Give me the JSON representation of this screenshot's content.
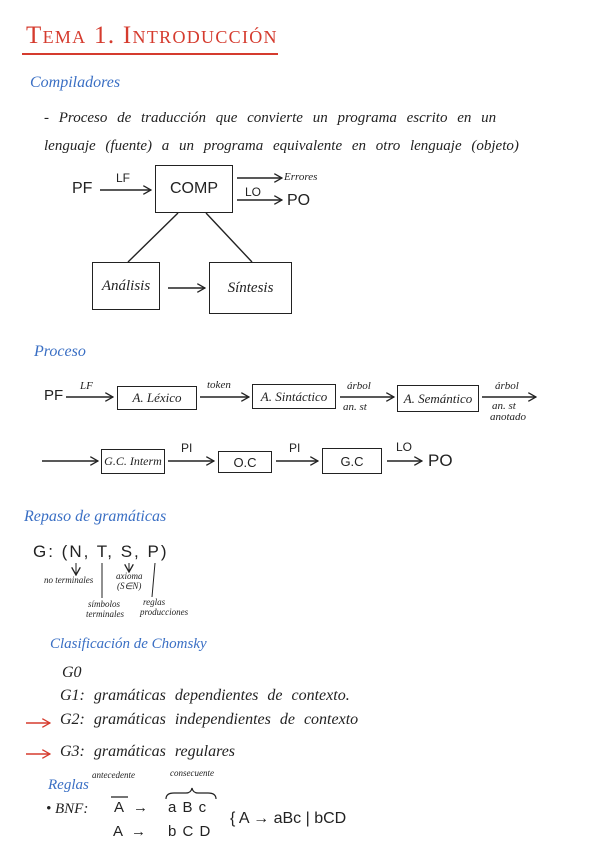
{
  "page": {
    "title": "Tema 1. Introducción"
  },
  "colors": {
    "title": "#d53b2e",
    "heading": "#3a6fc4",
    "ink": "#222222",
    "marker": "#d53b2e"
  },
  "compiladores": {
    "heading": "Compiladores",
    "definition": [
      "- Proceso de traducción que convierte un programa escrito en un",
      "lenguaje (fuente) a un programa equivalente en otro lenguaje (objeto)"
    ],
    "diagram": {
      "input": "PF",
      "input_arrow": "LF",
      "compiler": "COMP",
      "errors": "Errores",
      "output_arrow": "LO",
      "output": "PO",
      "analysis": "Análisis",
      "synthesis": "Síntesis"
    }
  },
  "proceso": {
    "heading": "Proceso",
    "row1": {
      "input": "PF",
      "to_lexico": "LF",
      "lexico": "A. Léxico",
      "to_sintactico": "token",
      "sintactico": "A. Sintáctico",
      "to_semantico_top": "árbol",
      "to_semantico_bottom": "an. st",
      "semantico": "A. Semántico",
      "out_top": "árbol",
      "out_bottom": "an. st",
      "out_bottom_2": "anotado"
    },
    "row2": {
      "gc_intermedio": "G.C. Interm",
      "to_oc": "PI",
      "oc": "O.C",
      "to_gc": "PI",
      "gc": "G.C",
      "to_output": "LO",
      "output": "PO"
    }
  },
  "gramaticas": {
    "heading": "Repaso de gramáticas",
    "tuple": "G: (N, T, S, P)",
    "notes": {
      "N": "no terminales",
      "T": [
        "símbolos",
        "terminales"
      ],
      "S": [
        "axioma",
        "(S∈N)"
      ],
      "P": [
        "reglas",
        "producciones"
      ]
    },
    "chomsky": {
      "heading": "Clasificación de Chomsky",
      "marker_icon": "arrow-right-icon",
      "items": [
        {
          "text": "G0",
          "marked": false
        },
        {
          "text": "G1: gramáticas dependientes de contexto.",
          "marked": false
        },
        {
          "text": "G2: gramáticas independientes de contexto",
          "marked": true
        },
        {
          "text": "G3: gramáticas regulares",
          "marked": true
        }
      ]
    },
    "reglas": {
      "heading": "Reglas",
      "antecedent_label": "antecedente",
      "consequent_label": "consecuente",
      "bullet_label": "• BNF:",
      "rule1": {
        "lhs": "A",
        "arrow": "→",
        "rhs": "a B c"
      },
      "rule2": {
        "lhs": "A",
        "arrow": "→",
        "rhs": "b C D"
      },
      "combined": "{ A → aBc | bCD"
    }
  }
}
